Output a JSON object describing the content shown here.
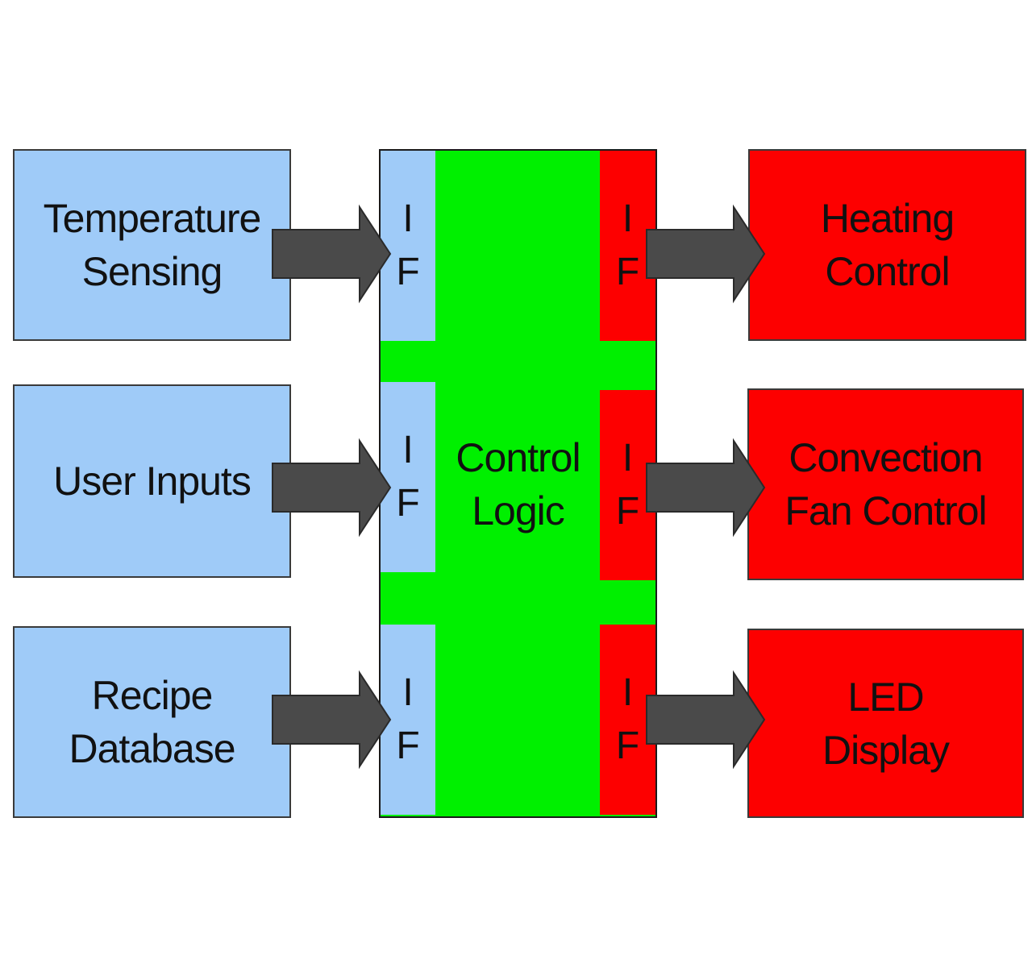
{
  "inputs": [
    {
      "label": "Temperature\nSensing"
    },
    {
      "label": "User Inputs"
    },
    {
      "label": "Recipe\nDatabase"
    }
  ],
  "core": {
    "label": "Control\nLogic"
  },
  "interface": {
    "line1": "I",
    "line2": "F"
  },
  "outputs": [
    {
      "label": "Heating\nControl"
    },
    {
      "label": "Convection\nFan Control"
    },
    {
      "label": "LED\nDisplay"
    }
  ],
  "colors": {
    "input": "#9fcbf8",
    "core": "#00f000",
    "output": "#fd0000",
    "arrow": "#4a4a4a"
  }
}
